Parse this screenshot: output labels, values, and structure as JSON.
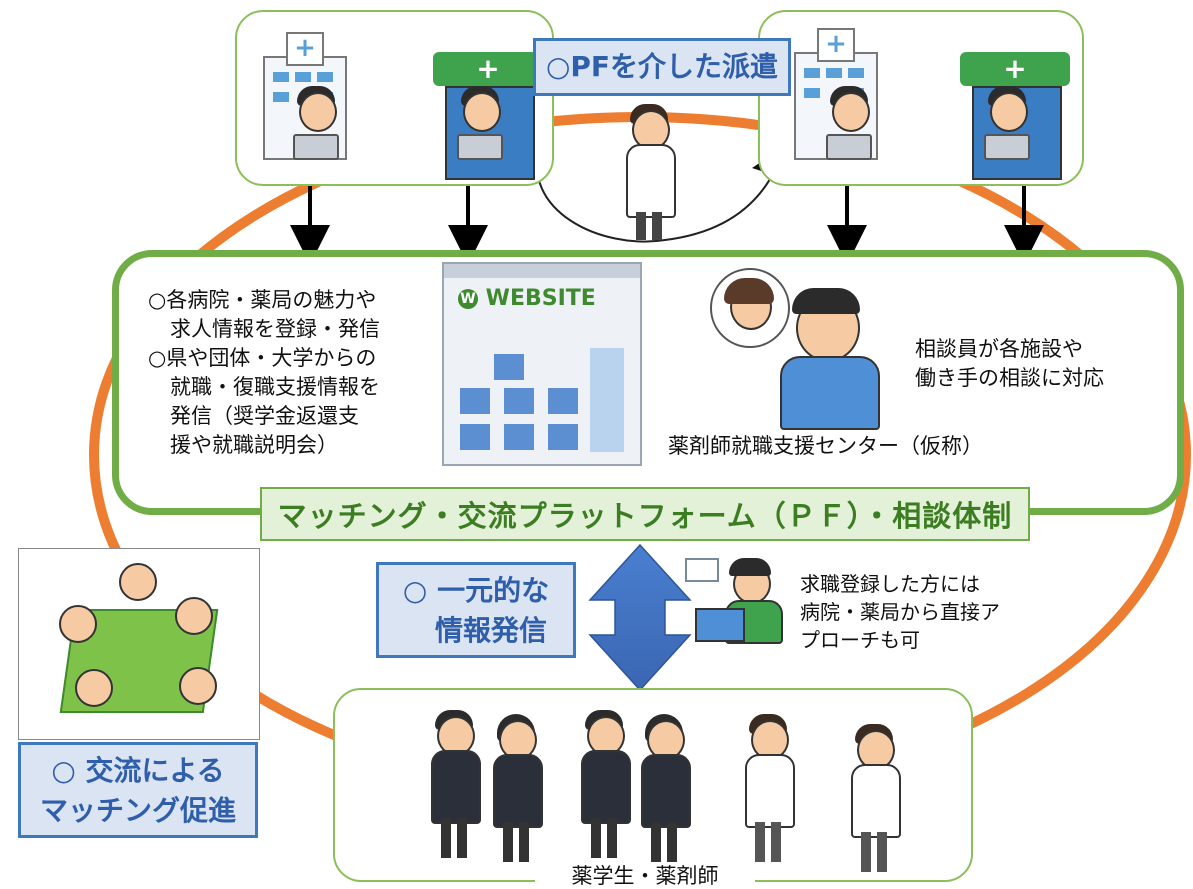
{
  "title_box": {
    "label": "○PFを介した派遣"
  },
  "platform": {
    "left_text": [
      "○各病院・薬局の魅力や",
      "求人情報を登録・発信",
      "○県や団体・大学からの",
      "就職・復職支援情報を",
      "発信（奨学金返還支",
      "援や就職説明会）"
    ],
    "website_label": "WEBSITE",
    "right_text": [
      "相談員が各施設や",
      "働き手の相談に対応"
    ],
    "center_label": "薬剤師就職支援センター（仮称）",
    "pf_label": "マッチング・交流プラットフォーム（ＰＦ）・相談体制"
  },
  "info_box": {
    "line1": "○ 一元的な",
    "line2": "情報発信"
  },
  "job_text": [
    "求職登録した方には",
    "病院・薬局から直接ア",
    "プローチも可"
  ],
  "exchange_box": {
    "line1": "○ 交流による",
    "line2": "マッチング促進"
  },
  "bottom_label": "薬学生・薬剤師",
  "icons": {
    "hospital": "hospital-icon",
    "pharmacy": "pharmacy-icon",
    "website": "website-icon",
    "phone": "phone-call-icon"
  },
  "colors": {
    "green": "#70ad47",
    "orange": "#ed7d31",
    "blue_border": "#3f78bd",
    "blue_fill": "#dbe4f2",
    "arrow_blue": "#4472c4"
  }
}
